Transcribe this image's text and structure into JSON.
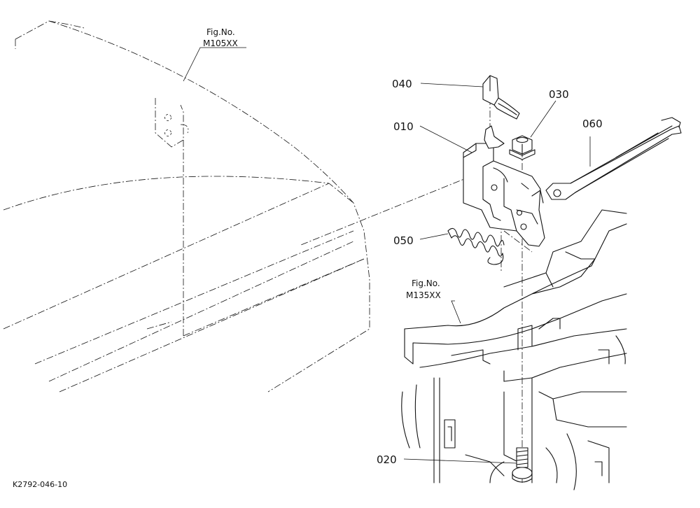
{
  "diagram": {
    "parts": [
      {
        "id": "p010",
        "label": "010"
      },
      {
        "id": "p020",
        "label": "020"
      },
      {
        "id": "p030",
        "label": "030"
      },
      {
        "id": "p040",
        "label": "040"
      },
      {
        "id": "p050",
        "label": "050"
      },
      {
        "id": "p060",
        "label": "060"
      }
    ],
    "references": [
      {
        "line1": "Fig.No.",
        "line2": "M105XX"
      },
      {
        "line1": "Fig.No.",
        "line2": "M135XX"
      }
    ],
    "drawing_code": "K2792-046-10"
  }
}
